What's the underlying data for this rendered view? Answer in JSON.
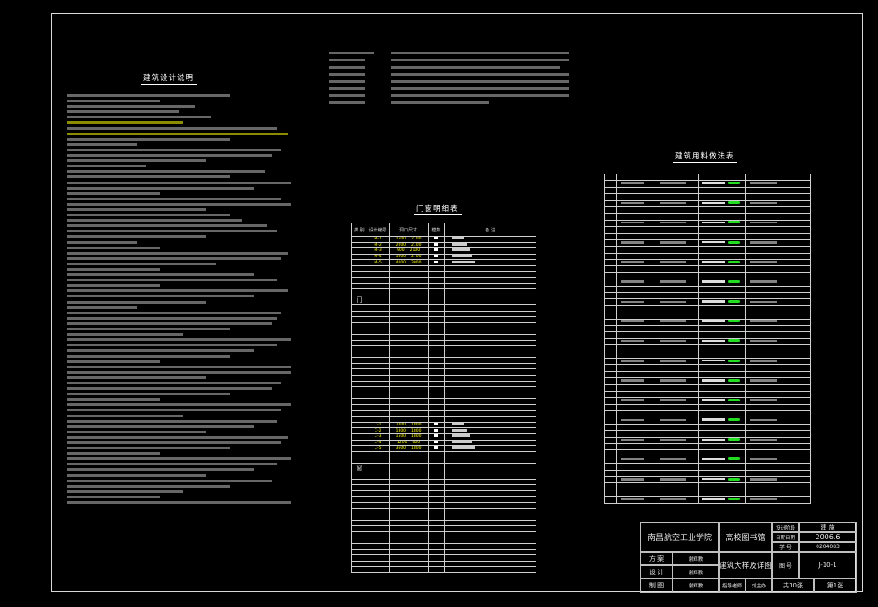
{
  "left_panel": {
    "title": "建筑设计说明"
  },
  "door_table": {
    "title": "门窗明细表",
    "headers": [
      "类 别",
      "设计编号",
      "洞口尺寸",
      "樘数",
      "备 注"
    ],
    "group_door": "门",
    "group_window": "窗",
    "door_codes": [
      "M-1",
      "M-2",
      "M-3",
      "M-4",
      "M-5"
    ],
    "door_widths": [
      "1500",
      "2000",
      "900",
      "1000",
      "4000"
    ],
    "door_heights": [
      "2100",
      "2100",
      "2100",
      "2700",
      "3000"
    ],
    "window_codes": [
      "C-1",
      "C-2",
      "C-3",
      "C-4",
      "C-5"
    ],
    "window_widths": [
      "2400",
      "1800",
      "1500",
      "1200",
      "3600"
    ],
    "window_heights": [
      "1800",
      "1800",
      "1800",
      "600",
      "1800"
    ]
  },
  "materials_table": {
    "title": "建筑用料做法表"
  },
  "title_block": {
    "school": "南昌航空工业学院",
    "project": "高校图书馆",
    "drawing_name": "建筑大样及详图",
    "design_stage_label": "设计阶段",
    "design_stage_value": "建 施",
    "date_label": "日期日期",
    "date_value": "2006.6",
    "student_no_label": "学 号",
    "student_no_value": "0204083",
    "fig_no_label": "图 号",
    "fig_no_value": "J-10-1",
    "total_label": "共10张",
    "sheet_label": "第1张",
    "role1": "方 案",
    "role2": "设 计",
    "role3": "制 图",
    "name1": "谢辉教",
    "name2": "谢辉教",
    "name3": "谢辉教",
    "advisor_label": "指导老师",
    "advisor_name": "刘主办"
  },
  "colors": {
    "background": "#000000",
    "line": "#d8d8d8",
    "highlight_yellow": "#ffff00",
    "highlight_green": "#22dd22"
  }
}
